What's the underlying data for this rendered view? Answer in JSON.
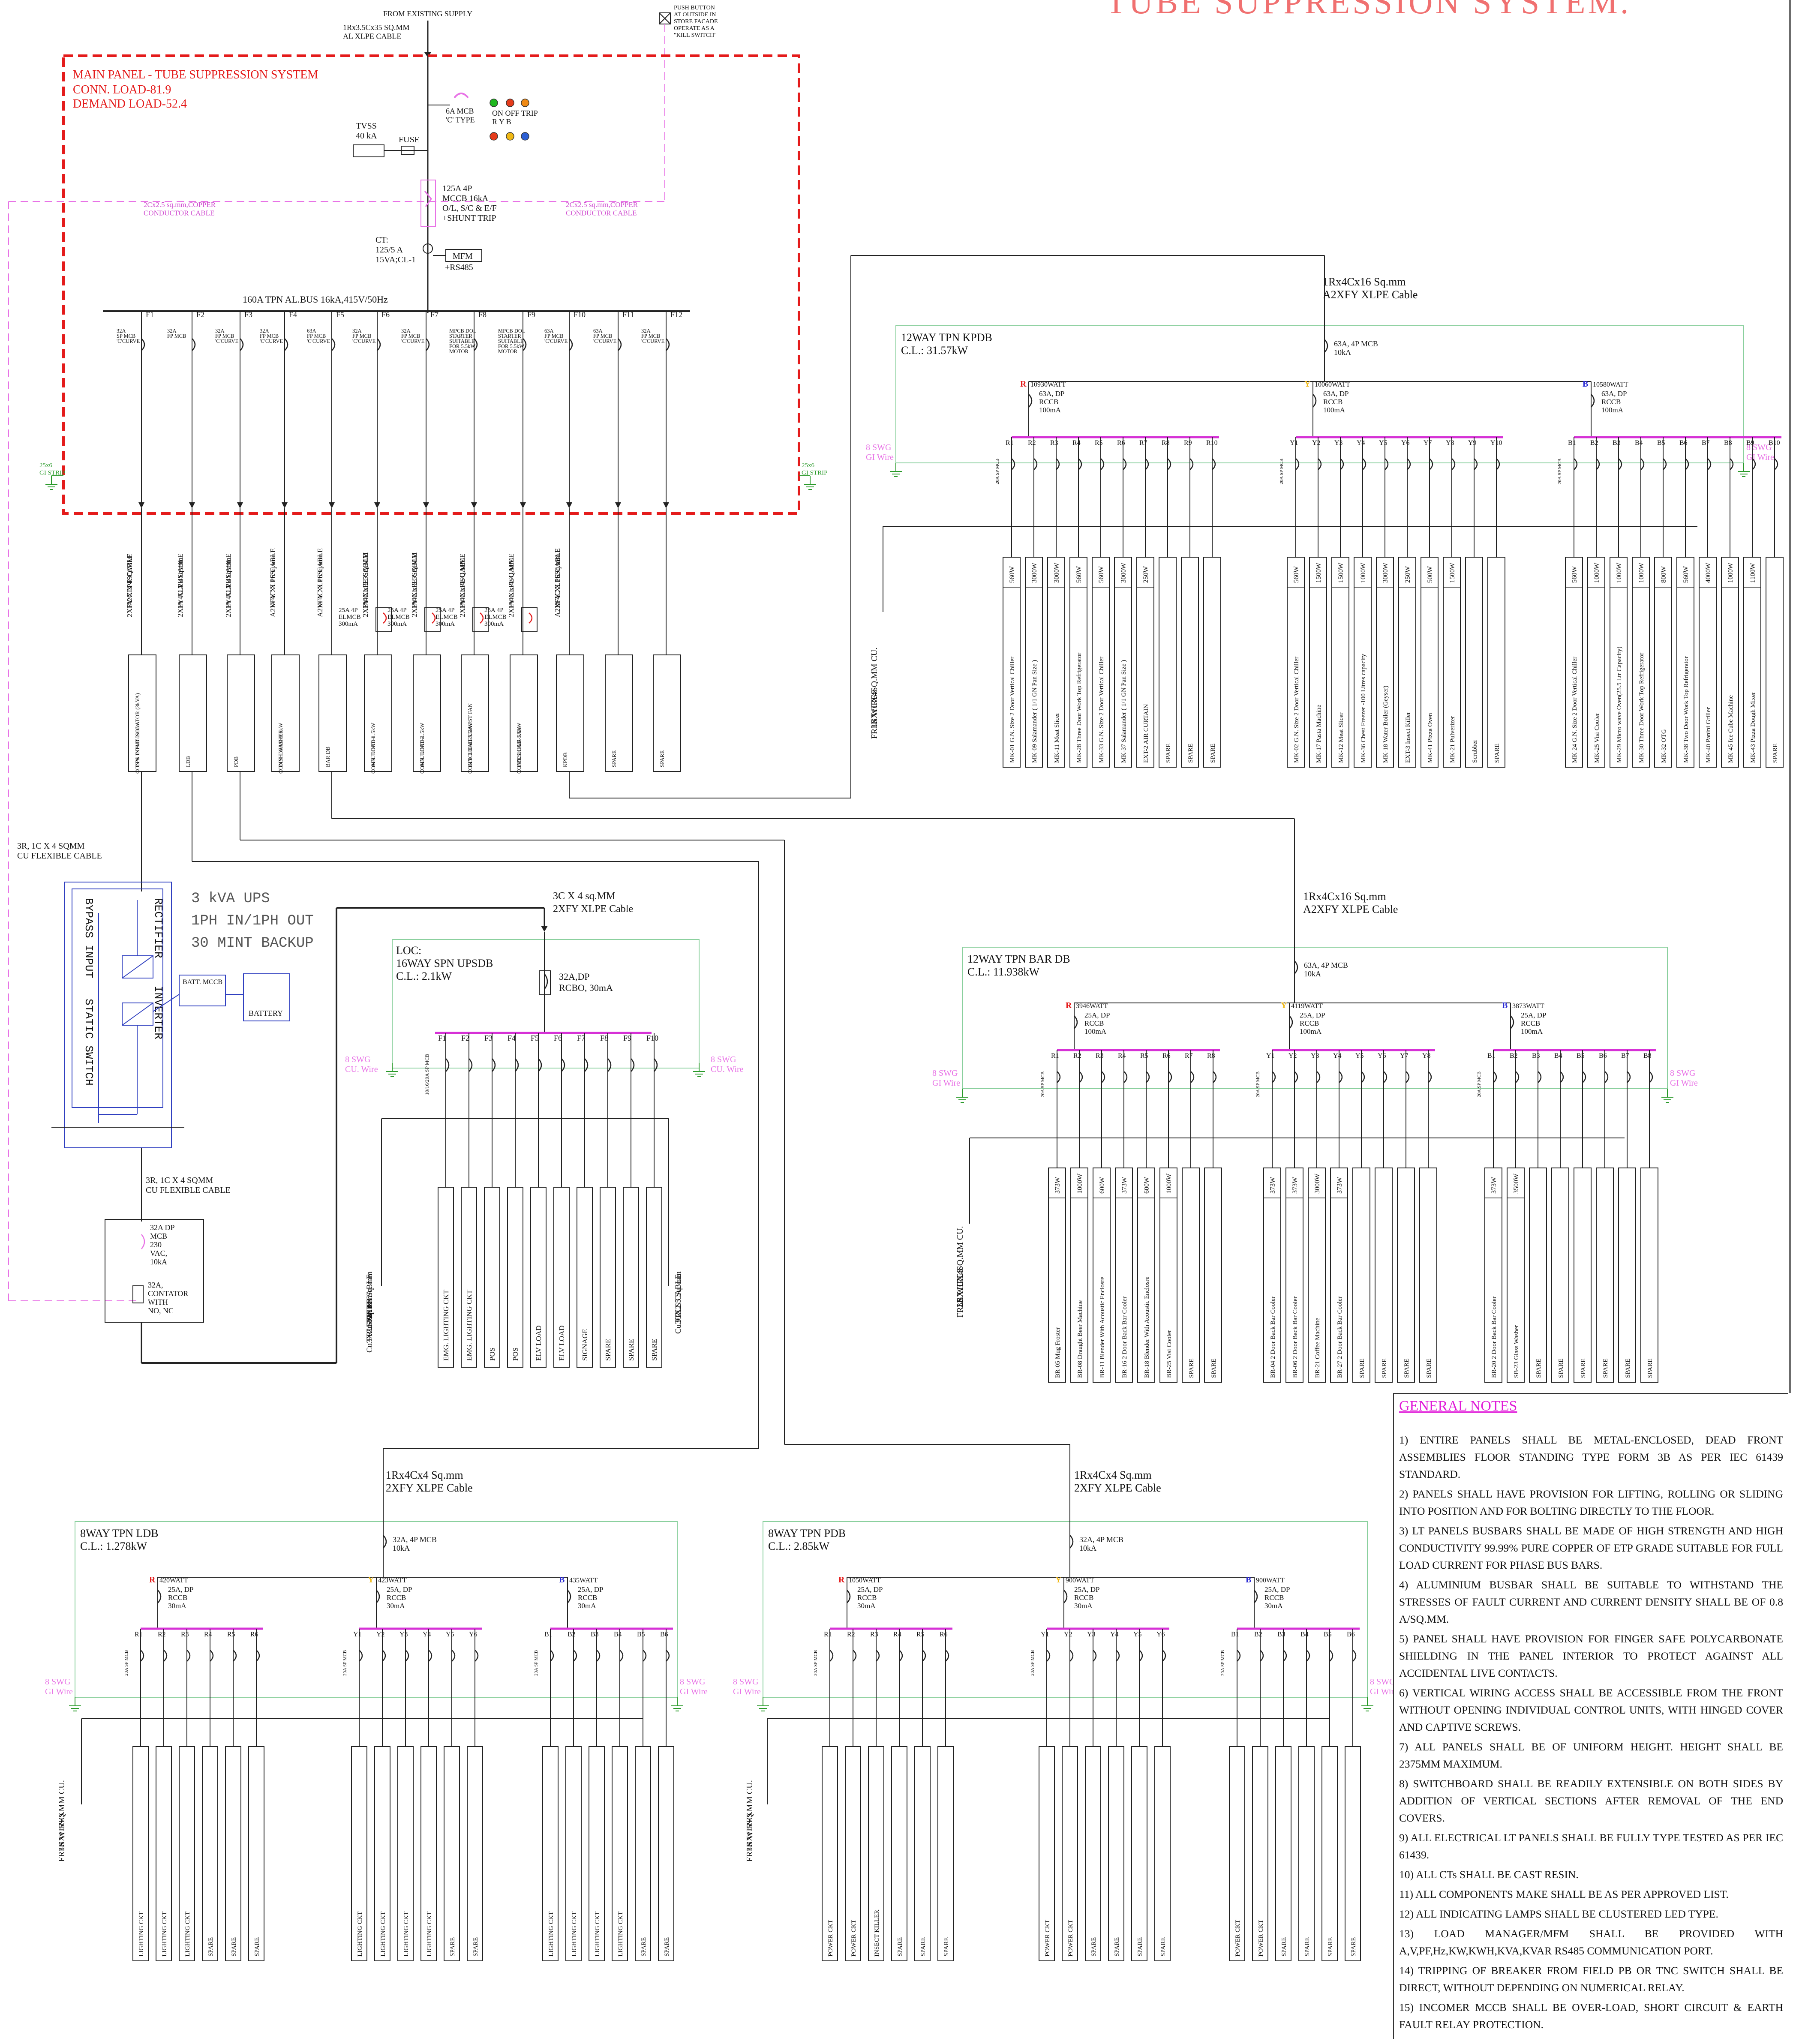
{
  "title": "TUBE SUPPRESSION SYSTEM.",
  "supply": {
    "label": "FROM EXISTING SUPPLY",
    "cable": [
      "1Rx3.5Cx35 SQ.MM",
      "AL XLPE CABLE"
    ],
    "push_button": [
      "PUSH BUTTON",
      "AT OUTSIDE IN",
      "STORE FACADE",
      "OPERATE AS A",
      "\"KILL SWITCH\""
    ]
  },
  "main_panel": {
    "title": "MAIN PANEL - TUBE SUPPRESSION SYSTEM",
    "conn_load": "CONN. LOAD-81.9",
    "demand_load": "DEMAND LOAD-52.4",
    "tvss": [
      "TVSS",
      "40 kA"
    ],
    "fuse": "FUSE",
    "mcb_6a": [
      "6A MCB",
      "'C' TYPE"
    ],
    "lamps": [
      "ON OFF TRIP",
      "R Y B"
    ],
    "incomer": [
      "125A 4P",
      "MCCB 16kA",
      "O/L, S/C & E/F",
      "+SHUNT TRIP"
    ],
    "ct": [
      "CT:",
      "125/5 A",
      "15VA;CL-1"
    ],
    "mfm": [
      "MFM",
      "+RS485"
    ],
    "shunt_cable_left": [
      "2Cx2.5 sq.mm,COPPER",
      "CONDUCTOR CABLE"
    ],
    "shunt_cable_right": [
      "2Cx2.5 sq.mm,COPPER",
      "CONDUCTOR CABLE"
    ],
    "bus": "160A TPN AL.BUS 16kA,415V/50Hz",
    "earth_left": [
      "25x6",
      "GI STRIP"
    ],
    "earth_right": [
      "25x6",
      "GI STRIP"
    ],
    "feeders": [
      {
        "id": "F1",
        "breaker": [
          "32A",
          "SP MCB",
          "'C'CURVE"
        ],
        "cable": [
          "1#2C X 4SQ.MM",
          "2XFY XLPE CABLE"
        ],
        "load": [
          "UPS INPUT ISOLATOR (3kVA)",
          "CONN. LOAD-2.1kW"
        ],
        "elcb": ""
      },
      {
        "id": "F2",
        "breaker": [
          "32A",
          "FP MCB"
        ],
        "cable": [
          "1# 4C X 4Sq.mm",
          "2XFY XLPE CABLE"
        ],
        "load": [
          "LDB"
        ],
        "elcb": ""
      },
      {
        "id": "F3",
        "breaker": [
          "32A",
          "FP MCB",
          "'C'CURVE"
        ],
        "cable": [
          "1# 4C X 4Sq.mm",
          "2XFY XLPE CABLE"
        ],
        "load": [
          "PDB"
        ],
        "elcb": ""
      },
      {
        "id": "F4",
        "breaker": [
          "32A",
          "FP MCB",
          "'C'CURVE"
        ],
        "cable": [
          "1# 4C X 16Sq.mm",
          "A2XFY XLPE CABLE"
        ],
        "load": [
          "DISH WASHER",
          "CONN. LOAD-9.6kW"
        ],
        "elcb": ""
      },
      {
        "id": "F5",
        "breaker": [
          "63A",
          "FP MCB",
          "'C'CURVE"
        ],
        "cable": [
          "1# 4C X 16Sq.mm",
          "A2XFY XLPE CABLE"
        ],
        "load": [
          "BAR DB"
        ],
        "elcb": ""
      },
      {
        "id": "F6",
        "breaker": [
          "32A",
          "FP MCB",
          "'C'CURVE"
        ],
        "cable": [
          "1#4C x 2.5SQ.MM",
          "2XFY XLPE CABLE"
        ],
        "load": [
          "AHU UNIT-1",
          "CONN. LOAD-1.5kW"
        ],
        "elcb": [
          "25A 4P",
          "ELMCB",
          "300mA"
        ]
      },
      {
        "id": "F7",
        "breaker": [
          "32A",
          "FP MCB",
          "'C'CURVE"
        ],
        "cable": [
          "1#4C x 2.5SQ.MM",
          "2XFY XLPE CABLE"
        ],
        "load": [
          "AHU UNIT-2",
          "CONN. LOAD-1.5kW"
        ],
        "elcb": [
          "25A 4P",
          "ELMCB",
          "300mA"
        ]
      },
      {
        "id": "F8",
        "breaker": [
          "MPCB DOL",
          "STARTER",
          "SUITABLE",
          "FOR 5.5kW",
          "MOTOR"
        ],
        "cable": [
          "1#4C x 4SQ.MM",
          "2XFY XLPE CABLE"
        ],
        "load": [
          "KITCHEN EXHAUST FAN",
          "CONN. LOAD-5.5kW"
        ],
        "elcb": [
          "25A 4P",
          "ELMCB",
          "300mA"
        ]
      },
      {
        "id": "F9",
        "breaker": [
          "MPCB DOL",
          "STARTER",
          "SUITABLE",
          "FOR 5.5kW",
          "MOTOR"
        ],
        "cable": [
          "1#4C x 4SQ.MM",
          "2XFY XLPE CABLE"
        ],
        "load": [
          "FRESH AIR FAN",
          "CONN. LOAD-5.5kW"
        ],
        "elcb": [
          "25A 4P",
          "ELMCB",
          "300mA"
        ]
      },
      {
        "id": "F10",
        "breaker": [
          "63A",
          "FP MCB",
          "'C'CURVE"
        ],
        "cable": [
          "1# 4C X 16Sq.mm",
          "A2XFY XLPE CABLE"
        ],
        "load": [
          "KPDB"
        ],
        "elcb": ""
      },
      {
        "id": "F11",
        "breaker": [
          "63A",
          "FP MCB",
          "'C'CURVE"
        ],
        "cable": "",
        "load": [
          "SPARE"
        ],
        "elcb": ""
      },
      {
        "id": "F12",
        "breaker": [
          "32A",
          "FP MCB",
          "'C'CURVE"
        ],
        "cable": "",
        "load": [
          "SPARE"
        ],
        "elcb": ""
      }
    ]
  },
  "ups": {
    "spec": [
      "3 kVA UPS",
      "1PH IN/1PH OUT",
      "30 MINT BACKUP"
    ],
    "blocks": [
      "BYPASS INPUT",
      "STATIC SWITCH",
      "RECTIFIER",
      "INVERTER"
    ],
    "batt_mcb": "BATT. MCCB",
    "battery": "BATTERY",
    "cable_in": [
      "3R, 1C X 4 SQMM",
      "CU FLEXIBLE CABLE"
    ],
    "cable_out": [
      "3R, 1C X 4 SQMM",
      "CU FLEXIBLE CABLE"
    ],
    "out_mcb": [
      "32A DP",
      "MCB",
      "230",
      "VAC,",
      "10kA"
    ],
    "contactor": [
      "32A,",
      "CONTATOR",
      "WITH",
      "NO, NC"
    ],
    "feeder_cable": [
      "3C X 4 sq.MM",
      "2XFY XLPE Cable"
    ]
  },
  "upsdb": {
    "title": [
      "LOC:",
      "16WAY SPN UPSDB",
      "C.L.: 2.1kW"
    ],
    "incomer": [
      "32A,DP",
      "RCBO, 30mA"
    ],
    "earth": [
      "8 SWG",
      "CU. Wire"
    ],
    "ways": [
      "F1",
      "F2",
      "F3",
      "F4",
      "F5",
      "F6",
      "F7",
      "F8",
      "F9",
      "F10"
    ],
    "mcb_label": "10/16/20A SP MCB",
    "cable_left": [
      "3CX1.5 Sq. mm",
      "Cu FRLS CABLE",
      "3X2.5 Sq. mm",
      "Cu FRLS WIRE"
    ],
    "cable_right": [
      "3CX2.5 Sq. mm",
      "Cu FRLS CABLE"
    ],
    "loads": [
      "EMG. LIGHTING CKT",
      "EMG. LIGHTING CKT",
      "POS",
      "POS",
      "ELV LOAD",
      "ELV LOAD",
      "SIGNAGE",
      "SPARE",
      "SPARE",
      "SPARE"
    ]
  },
  "kpdb": {
    "cable": [
      "1Rx4Cx16 Sq.mm",
      "A2XFY XLPE Cable"
    ],
    "title": [
      "12WAY TPN KPDB",
      "C.L.: 31.57kW"
    ],
    "incomer": [
      "63A, 4P MCB",
      "10kA"
    ],
    "earth": [
      "8 SWG",
      "GI Wire"
    ],
    "wire": [
      "3RX1CX4SQ.MM CU.",
      "FRLS WIRES"
    ],
    "phases": [
      {
        "ph": "R",
        "watt": "10930WATT",
        "rccb": [
          "63A, DP",
          "RCCB",
          "100mA"
        ],
        "ways": [
          "R1",
          "R2",
          "R3",
          "R4",
          "R5",
          "R6",
          "R7",
          "R8",
          "R9",
          "R10"
        ],
        "loads": [
          [
            "560W",
            "MK-01 G.N. Size 2 Door Vertical Chiller"
          ],
          [
            "3000W",
            "MK-09 Salamander ( 1/1 GN Pan Size )"
          ],
          [
            "3000W",
            "MK-11 Meat Slicer"
          ],
          [
            "560W",
            "MK-28 Three Door Work Top Refrigerator"
          ],
          [
            "560W",
            "MK-33 G.N. Size 2 Door Vertical Chiller"
          ],
          [
            "3000W",
            "MK-37 Salamander ( 1/1 GN Pan Size )"
          ],
          [
            "250W",
            "EXT-2 AIR CURTAIN"
          ],
          [
            "",
            "SPARE"
          ],
          [
            "",
            "SPARE"
          ],
          [
            "",
            "SPARE"
          ]
        ]
      },
      {
        "ph": "Y",
        "watt": "10060WATT",
        "rccb": [
          "63A, DP",
          "RCCB",
          "100mA"
        ],
        "ways": [
          "Y1",
          "Y2",
          "Y3",
          "Y4",
          "Y5",
          "Y6",
          "Y7",
          "Y8",
          "Y9",
          "Y10"
        ],
        "loads": [
          [
            "560W",
            "MK-02 G.N. Size 2 Door Vertical Chiller"
          ],
          [
            "1500W",
            "MK-17 Pasta Machine"
          ],
          [
            "1500W",
            "MK-12 Meat Slicer"
          ],
          [
            "1000W",
            "MK-36 Chest Freezer -100 Litres capacity"
          ],
          [
            "3000W",
            "MK-18 Water Boiler (Geyser)"
          ],
          [
            "250W",
            "EXT-3 Insect Killer"
          ],
          [
            "500W",
            "MK-41 Pizza Oven"
          ],
          [
            "1500W",
            "MK-21 Pulverizer"
          ],
          [
            "",
            "Scrubber"
          ],
          [
            "",
            "SPARE"
          ]
        ]
      },
      {
        "ph": "B",
        "watt": "10580WATT",
        "rccb": [
          "63A, DP",
          "RCCB",
          "100mA"
        ],
        "ways": [
          "B1",
          "B2",
          "B3",
          "B4",
          "B5",
          "B6",
          "B7",
          "B8",
          "B9",
          "B10"
        ],
        "loads": [
          [
            "560W",
            "MK-24 G.N. Size 2 Door Vertical Chiller"
          ],
          [
            "1000W",
            "MK-25 Visi Cooler"
          ],
          [
            "1000W",
            "MK-29 Micro wave Oven(25.5 Ltr Capacity)"
          ],
          [
            "1000W",
            "MK-30 Three Door Work Top Refrigerator"
          ],
          [
            "800W",
            "MK-32 OTG"
          ],
          [
            "560W",
            "MK-38 Two Door Work Top Refrigerator"
          ],
          [
            "4000W",
            "MK-40 Panini Griller"
          ],
          [
            "1000W",
            "MK-45 Ice Cube Machine"
          ],
          [
            "1100W",
            "MK-43 Pizza Dough Mixer"
          ],
          [
            "",
            "SPARE"
          ]
        ]
      }
    ]
  },
  "bardb": {
    "cable": [
      "1Rx4Cx16 Sq.mm",
      "A2XFY XLPE Cable"
    ],
    "title": [
      "12WAY TPN BAR DB",
      "C.L.: 11.938kW"
    ],
    "incomer": [
      "63A, 4P MCB",
      "10kA"
    ],
    "earth": [
      "8 SWG",
      "GI Wire"
    ],
    "wire": [
      "3RX1CX4SQ.MM CU.",
      "FRLS WIRES"
    ],
    "phases": [
      {
        "ph": "R",
        "watt": "3946WATT",
        "rccb": [
          "25A, DP",
          "RCCB",
          "100mA"
        ],
        "ways": [
          "R1",
          "R2",
          "R3",
          "R4",
          "R5",
          "R6",
          "R7",
          "R8"
        ],
        "loads": [
          [
            "373W",
            "BR-05 Mug Froster"
          ],
          [
            "1000W",
            "BR-08 Draught Beer Machine"
          ],
          [
            "600W",
            "BR-11 Blender With Acoustic Enclosre"
          ],
          [
            "373W",
            "BR-16 2 Door Back Bar Cooler"
          ],
          [
            "600W",
            "BR-18 Blender With Acoustic Enclosre"
          ],
          [
            "1000W",
            "BR-25 Visi Cooler"
          ],
          [
            "",
            "SPARE"
          ],
          [
            "",
            "SPARE"
          ]
        ]
      },
      {
        "ph": "Y",
        "watt": "4119WATT",
        "rccb": [
          "25A, DP",
          "RCCB",
          "100mA"
        ],
        "ways": [
          "Y1",
          "Y2",
          "Y3",
          "Y4",
          "Y5",
          "Y6",
          "Y7",
          "Y8"
        ],
        "loads": [
          [
            "373W",
            "BR-04 2 Door Back Bar Cooler"
          ],
          [
            "373W",
            "BR-06 2 Door Back Bar Cooler"
          ],
          [
            "3000W",
            "BR-21 Coffee Machine"
          ],
          [
            "373W",
            "BR-27 2 Door Back Bar Cooler"
          ],
          [
            "",
            "SPARE"
          ],
          [
            "",
            "SPARE"
          ],
          [
            "",
            "SPARE"
          ],
          [
            "",
            "SPARE"
          ]
        ]
      },
      {
        "ph": "B",
        "watt": "3873WATT",
        "rccb": [
          "25A, DP",
          "RCCB",
          "100mA"
        ],
        "ways": [
          "B1",
          "B2",
          "B3",
          "B4",
          "B5",
          "B6",
          "B7",
          "B8"
        ],
        "loads": [
          [
            "373W",
            "BR-20 2 Door Back Bar Cooler"
          ],
          [
            "3500W",
            "SB-23 Glass Washer"
          ],
          [
            "",
            "SPARE"
          ],
          [
            "",
            "SPARE"
          ],
          [
            "",
            "SPARE"
          ],
          [
            "",
            "SPARE"
          ],
          [
            "",
            "SPARE"
          ],
          [
            "",
            "SPARE"
          ]
        ]
      }
    ]
  },
  "ldb": {
    "cable": [
      "1Rx4Cx4 Sq.mm",
      "2XFY XLPE Cable"
    ],
    "title": [
      "8WAY TPN LDB",
      "C.L.: 1.278kW"
    ],
    "incomer": [
      "32A, 4P MCB",
      "10kA"
    ],
    "earth": [
      "8 SWG",
      "GI Wire"
    ],
    "wire": [
      "3RX1.5SQ.MM CU.",
      "FRLS WIRES"
    ],
    "phases": [
      {
        "ph": "R",
        "watt": "420WATT",
        "rccb": [
          "25A, DP",
          "RCCB",
          "30mA"
        ],
        "ways": [
          "R1",
          "R2",
          "R3",
          "R4",
          "R5",
          "R6"
        ],
        "loads": [
          "LIGHTING CKT",
          "LIGHTING CKT",
          "LIGHTING CKT",
          "SPARE",
          "SPARE",
          "SPARE"
        ]
      },
      {
        "ph": "Y",
        "watt": "423WATT",
        "rccb": [
          "25A, DP",
          "RCCB",
          "30mA"
        ],
        "ways": [
          "Y1",
          "Y2",
          "Y3",
          "Y4",
          "Y5",
          "Y6"
        ],
        "loads": [
          "LIGHTING CKT",
          "LIGHTING CKT",
          "LIGHTING CKT",
          "LIGHTING CKT",
          "SPARE",
          "SPARE"
        ]
      },
      {
        "ph": "B",
        "watt": "435WATT",
        "rccb": [
          "25A, DP",
          "RCCB",
          "30mA"
        ],
        "ways": [
          "B1",
          "B2",
          "B3",
          "B4",
          "B5",
          "B6"
        ],
        "loads": [
          "LIGHTING CKT",
          "LIGHTING CKT",
          "LIGHTING CKT",
          "LIGHTING CKT",
          "SPARE",
          "SPARE"
        ]
      }
    ]
  },
  "pdb": {
    "cable": [
      "1Rx4Cx4 Sq.mm",
      "2XFY XLPE Cable"
    ],
    "title": [
      "8WAY TPN PDB",
      "C.L.: 2.85kW"
    ],
    "incomer": [
      "32A, 4P MCB",
      "10kA"
    ],
    "earth": [
      "8 SWG",
      "GI Wire"
    ],
    "wire": [
      "3RX1.5SQ.MM CU.",
      "FRLS WIRES"
    ],
    "phases": [
      {
        "ph": "R",
        "watt": "1050WATT",
        "rccb": [
          "25A, DP",
          "RCCB",
          "30mA"
        ],
        "ways": [
          "R1",
          "R2",
          "R3",
          "R4",
          "R5",
          "R6"
        ],
        "loads": [
          "POWER CKT",
          "POWER CKT",
          "INSECT KILLER",
          "SPARE",
          "SPARE",
          "SPARE"
        ]
      },
      {
        "ph": "Y",
        "watt": "900WATT",
        "rccb": [
          "25A, DP",
          "RCCB",
          "30mA"
        ],
        "ways": [
          "Y1",
          "Y2",
          "Y3",
          "Y4",
          "Y5",
          "Y6"
        ],
        "loads": [
          "POWER CKT",
          "POWER CKT",
          "SPARE",
          "SPARE",
          "SPARE",
          "SPARE"
        ]
      },
      {
        "ph": "B",
        "watt": "900WATT",
        "rccb": [
          "25A, DP",
          "RCCB",
          "30mA"
        ],
        "ways": [
          "B1",
          "B2",
          "B3",
          "B4",
          "B5",
          "B6"
        ],
        "loads": [
          "POWER CKT",
          "POWER CKT",
          "SPARE",
          "SPARE",
          "SPARE",
          "SPARE"
        ]
      }
    ]
  },
  "general_notes": {
    "heading": "GENERAL NOTES",
    "items": [
      "1) ENTIRE PANELS SHALL BE METAL-ENCLOSED, DEAD FRONT ASSEMBLIES FLOOR STANDING TYPE FORM 3B AS PER IEC 61439 STANDARD.",
      "2) PANELS SHALL HAVE PROVISION FOR LIFTING, ROLLING OR SLIDING INTO POSITION AND FOR BOLTING DIRECTLY TO THE FLOOR.",
      "3) LT PANELS BUSBARS SHALL BE MADE OF HIGH STRENGTH AND HIGH CONDUCTIVITY 99.99% PURE COPPER OF ETP GRADE SUITABLE FOR FULL LOAD CURRENT FOR PHASE BUS BARS.",
      "4) ALUMINIUM BUSBAR SHALL BE SUITABLE TO WITHSTAND THE STRESSES OF FAULT CURRENT AND CURRENT DENSITY SHALL BE OF 0.8 A/SQ.MM.",
      "5) PANEL SHALL HAVE PROVISION FOR FINGER SAFE POLYCARBONATE SHIELDING IN THE PANEL INTERIOR TO PROTECT AGAINST ALL ACCIDENTAL LIVE CONTACTS.",
      "6) VERTICAL WIRING ACCESS SHALL BE ACCESSIBLE FROM THE FRONT WITHOUT OPENING INDIVIDUAL CONTROL UNITS, WITH HINGED COVER AND CAPTIVE SCREWS.",
      "7) ALL PANELS SHALL BE OF UNIFORM HEIGHT. HEIGHT SHALL BE 2375MM MAXIMUM.",
      "8) SWITCHBOARD SHALL BE READILY EXTENSIBLE ON BOTH SIDES BY ADDITION OF VERTICAL SECTIONS AFTER REMOVAL OF THE END COVERS.",
      "9) ALL ELECTRICAL LT PANELS SHALL BE FULLY TYPE TESTED AS PER IEC 61439.",
      "10) ALL CTs SHALL BE CAST RESIN.",
      "11) ALL COMPONENTS MAKE SHALL BE AS PER APPROVED LIST.",
      "12) ALL INDICATING LAMPS SHALL BE CLUSTERED LED TYPE.",
      "13) LOAD MANAGER/MFM SHALL BE PROVIDED WITH A,V,PF,Hz,KW,KWH,KVA,KVAR RS485 COMMUNICATION PORT.",
      "14) TRIPPING OF BREAKER FROM FIELD PB OR TNC SWITCH SHALL BE DIRECT, WITHOUT DEPENDING ON NUMERICAL RELAY.",
      "15) INCOMER MCCB SHALL BE OVER-LOAD, SHORT CIRCUIT & EARTH FAULT RELAY PROTECTION."
    ]
  }
}
